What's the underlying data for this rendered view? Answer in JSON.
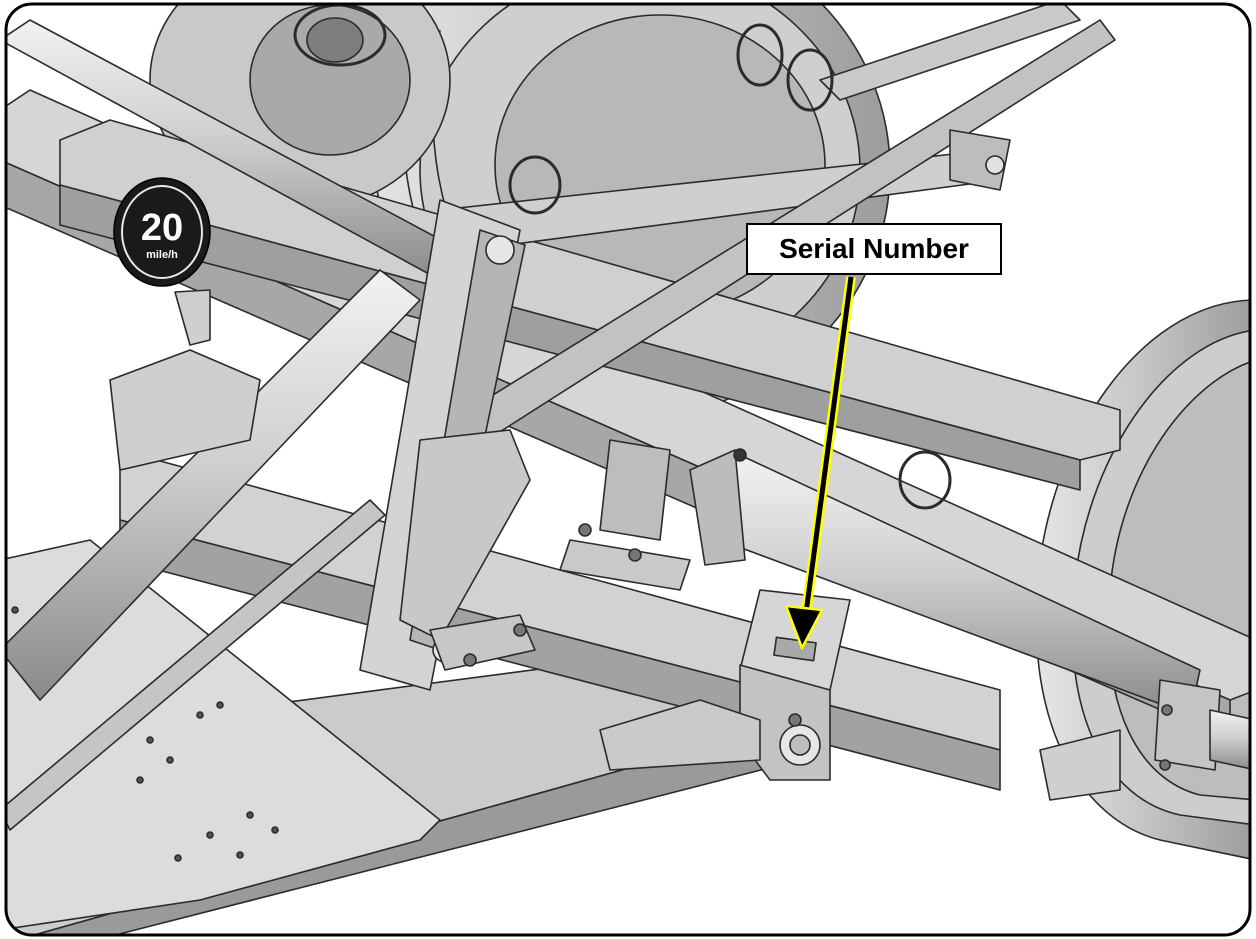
{
  "callout": {
    "label": "Serial Number"
  },
  "speed_sign": {
    "number": "20",
    "unit": "mile/h"
  },
  "colors": {
    "frame": "#000000",
    "metal_light": "#d9d9d9",
    "metal_mid": "#bdbdbd",
    "metal_dark": "#8f8f8f",
    "arrow_outline": "#ffff00",
    "arrow_fill": "#000000"
  }
}
